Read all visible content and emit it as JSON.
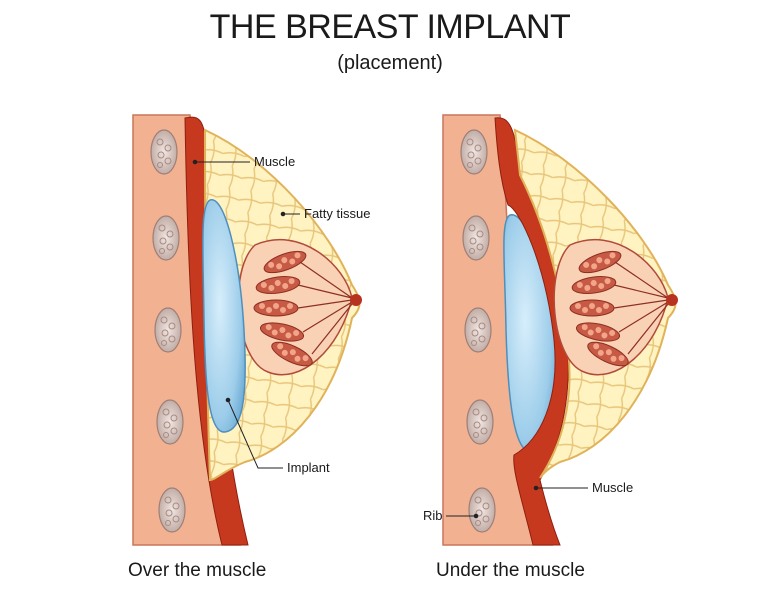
{
  "title": "THE BREAST IMPLANT",
  "subtitle": "(placement)",
  "left_panel": {
    "caption": "Over the muscle",
    "labels": {
      "muscle": "Muscle",
      "fatty_tissue": "Fatty tissue",
      "implant": "Implant"
    }
  },
  "right_panel": {
    "caption": "Under the muscle",
    "labels": {
      "muscle": "Muscle",
      "rib": "Rib"
    }
  },
  "colors": {
    "chest_wall": "#f2b292",
    "rib": "#d9c9c4",
    "muscle": "#c6391f",
    "fat": "#fff1b8",
    "fat_lines": "#e9c878",
    "implant": "#a9d6ef",
    "gland": "#b24a3a",
    "nipple": "#b8331f"
  }
}
